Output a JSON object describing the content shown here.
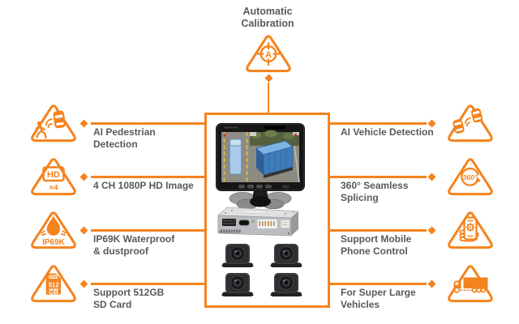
{
  "colors": {
    "accent": "#F5831D",
    "label_text": "#58595B",
    "background": "#FFFFFF"
  },
  "top_feature": {
    "lines": [
      "Automatic",
      "Calibration"
    ],
    "icon": "calibration-target-icon",
    "icon_text": {
      "letter": "A"
    }
  },
  "left_features": [
    {
      "lines": [
        "AI Pedestrian",
        "Detection"
      ],
      "icon": "pedestrian-detection-icon"
    },
    {
      "lines": [
        "4 CH 1080P HD Image",
        ""
      ],
      "icon": "hd-4-channel-icon",
      "icon_text": {
        "hd": "HD",
        "x4": "×4"
      }
    },
    {
      "lines": [
        "IP69K Waterproof",
        "& dustproof"
      ],
      "icon": "ip69k-waterproof-icon",
      "icon_text": {
        "rating": "IP69K"
      }
    },
    {
      "lines": [
        "Support 512GB",
        "SD Card"
      ],
      "icon": "sd-card-512gb-icon",
      "icon_text": {
        "size": "512",
        "unit": "GB"
      }
    }
  ],
  "right_features": [
    {
      "lines": [
        "AI Vehicle Detection",
        ""
      ],
      "icon": "vehicle-detection-icon"
    },
    {
      "lines": [
        "360° Seamless",
        "Splicing"
      ],
      "icon": "360-rotation-icon",
      "icon_text": {
        "degrees": "360°"
      }
    },
    {
      "lines": [
        "Support Mobile",
        "Phone Control"
      ],
      "icon": "mobile-phone-control-icon"
    },
    {
      "lines": [
        "For Super Large",
        "Vehicles"
      ],
      "icon": "semi-truck-icon"
    }
  ],
  "center_panel": {
    "products": [
      "monitor-with-360-view",
      "dvr-control-box",
      "four-cameras"
    ]
  }
}
